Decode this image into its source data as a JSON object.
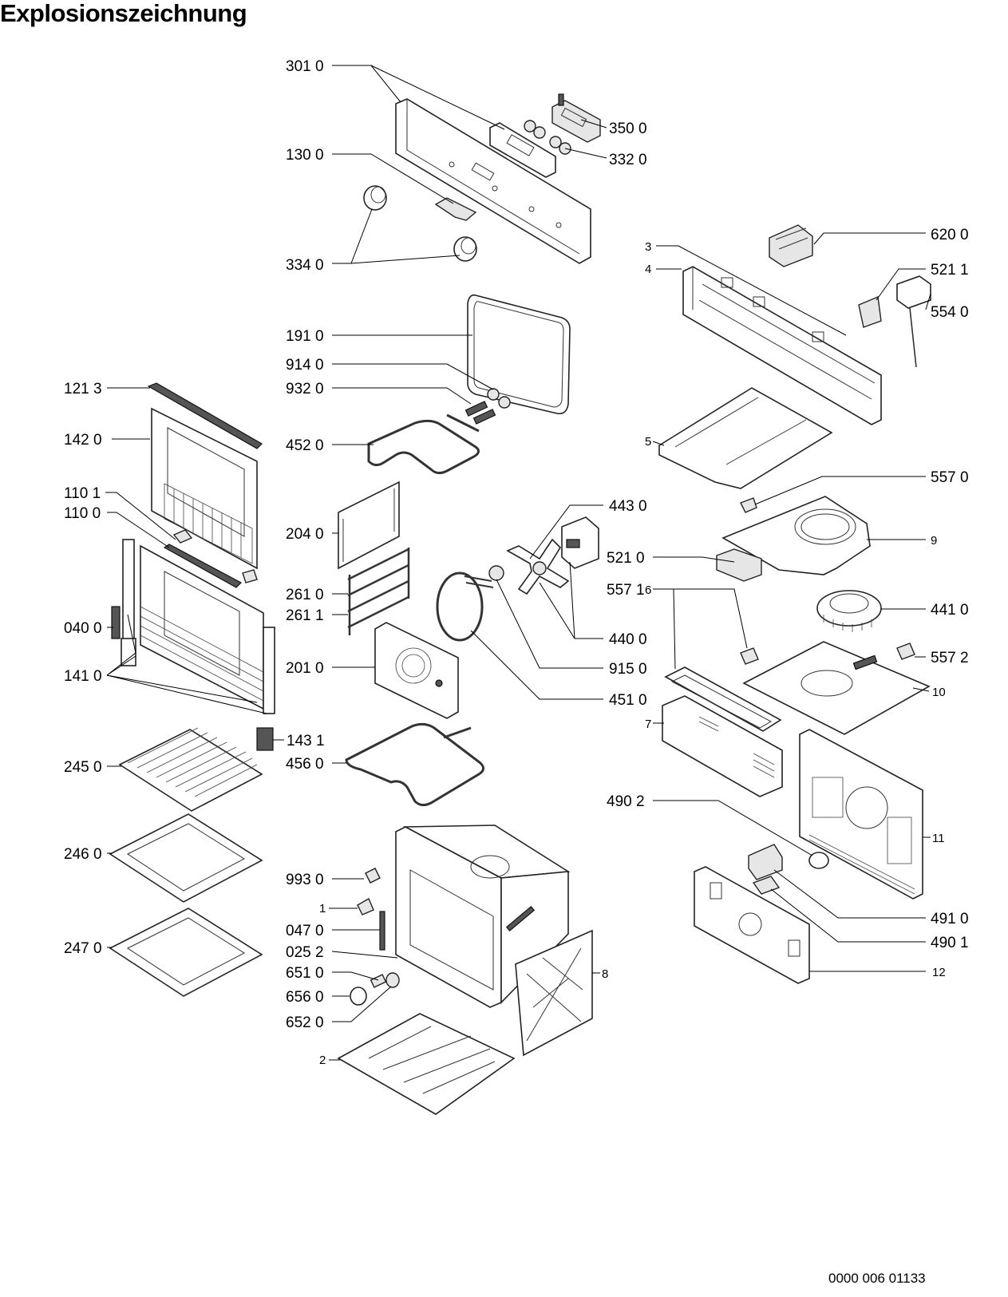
{
  "title": "Explosionszeichnung",
  "document_number": "0000 006 01133",
  "labels": {
    "p3010": "301 0",
    "p3500": "350 0",
    "p3320": "332 0",
    "p1300": "130 0",
    "p3340": "334 0",
    "p6200": "620 0",
    "p3": "3",
    "p5211": "521 1",
    "p4": "4",
    "p5540": "554 0",
    "p1910": "191 0",
    "p9140": "914 0",
    "p9320": "932 0",
    "p1213": "121 3",
    "p1420": "142 0",
    "p4520": "452 0",
    "p5": "5",
    "p5570": "557 0",
    "p1101": "110 1",
    "p1100": "110 0",
    "p4430": "443 0",
    "p2040": "204 0",
    "p9": "9",
    "p5210": "521 0",
    "p5571": "557 1",
    "p2610": "261 0",
    "p2611": "261 1",
    "p6": "6",
    "p4410": "441 0",
    "p0400": "040 0",
    "p4400": "440 0",
    "p5572": "557 2",
    "p1410": "141 0",
    "p2010": "201 0",
    "p9150": "915 0",
    "p10": "10",
    "p4510": "451 0",
    "p7": "7",
    "p1431": "143 1",
    "p2450": "245 0",
    "p4560": "456 0",
    "p4902": "490 2",
    "p11": "11",
    "p2460": "246 0",
    "p9930": "993 0",
    "p1": "1",
    "p4910": "491 0",
    "p0470": "047 0",
    "p4901": "490 1",
    "p2470": "247 0",
    "p0252": "025 2",
    "p8": "8",
    "p6510": "651 0",
    "p12": "12",
    "p6560": "656 0",
    "p6520": "652 0",
    "p2": "2"
  }
}
